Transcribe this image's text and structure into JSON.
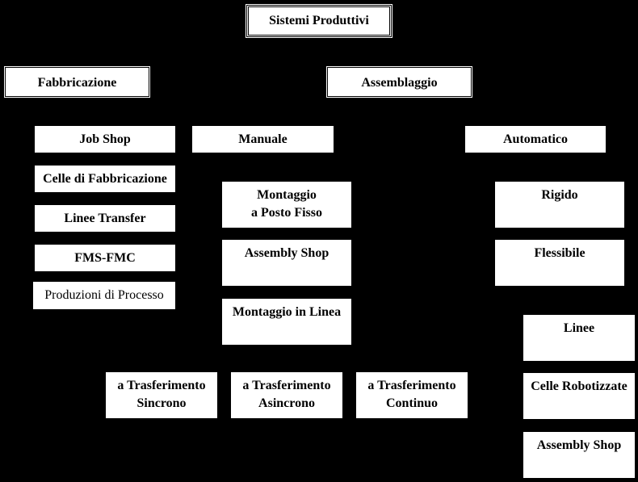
{
  "root": "Sistemi Produttivi",
  "fabbricazione": {
    "title": "Fabbricazione",
    "items": [
      "Job Shop",
      "Celle di Fabbricazione",
      "Linee Transfer",
      "FMS-FMC",
      "Produzioni di Processo"
    ]
  },
  "assemblaggio": {
    "title": "Assemblaggio",
    "manuale": {
      "title": "Manuale",
      "items": [
        {
          "line1": "Montaggio",
          "line2": "a Posto Fisso"
        },
        {
          "line1": "Assembly Shop",
          "line2": ""
        },
        {
          "line1": "Montaggio in Linea",
          "line2": ""
        }
      ],
      "trasferimento": [
        {
          "line1": "a Trasferimento",
          "line2": "Sincrono"
        },
        {
          "line1": "a Trasferimento",
          "line2": "Asincrono"
        },
        {
          "line1": "a Trasferimento",
          "line2": "Continuo"
        }
      ]
    },
    "automatico": {
      "title": "Automatico",
      "items": [
        "Rigido",
        "Flessibile"
      ],
      "flessibile_items": [
        "Linee",
        "Celle Robotizzate",
        "Assembly Shop"
      ]
    }
  }
}
